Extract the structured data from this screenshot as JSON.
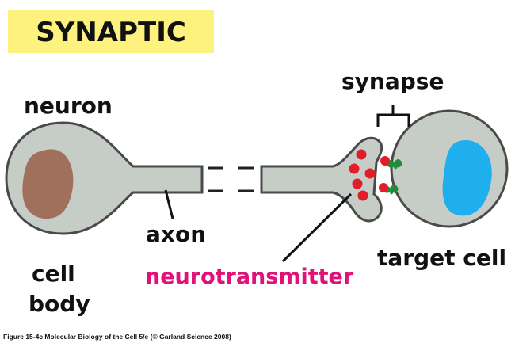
{
  "title": "SYNAPTIC",
  "labels": {
    "neuron": "neuron",
    "synapse": "synapse",
    "axon": "axon",
    "cell": "cell",
    "body": "body",
    "neurotransmitter": "neurotransmitter",
    "target_cell": "target cell"
  },
  "caption": "Figure 15-4c  Molecular Biology of the Cell 5/e (© Garland Science 2008)",
  "colors": {
    "title_banner": "#FCF27D",
    "cell_fill": "#C6CCC6",
    "cell_outline": "#4A4A4A",
    "nucleus_neuron": "#A0705C",
    "nucleus_target": "#1FAFEF",
    "neurotransmitter_dots": "#E01E2A",
    "receptors": "#1E8C3A",
    "neurotransmitter_label": "#E0127A",
    "text": "#111111"
  }
}
